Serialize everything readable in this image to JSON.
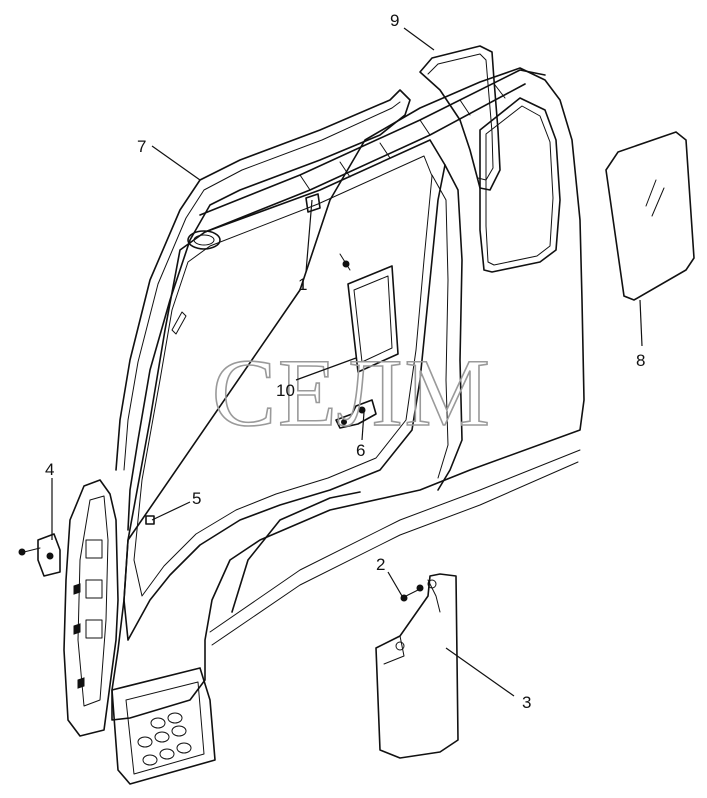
{
  "watermark": {
    "text": "СЕЛМ"
  },
  "callouts": [
    {
      "id": "1",
      "label": "1"
    },
    {
      "id": "2",
      "label": "2"
    },
    {
      "id": "3",
      "label": "3"
    },
    {
      "id": "4",
      "label": "4"
    },
    {
      "id": "5",
      "label": "5"
    },
    {
      "id": "6",
      "label": "6"
    },
    {
      "id": "7",
      "label": "7"
    },
    {
      "id": "8",
      "label": "8"
    },
    {
      "id": "9",
      "label": "9"
    },
    {
      "id": "10",
      "label": "10"
    }
  ]
}
